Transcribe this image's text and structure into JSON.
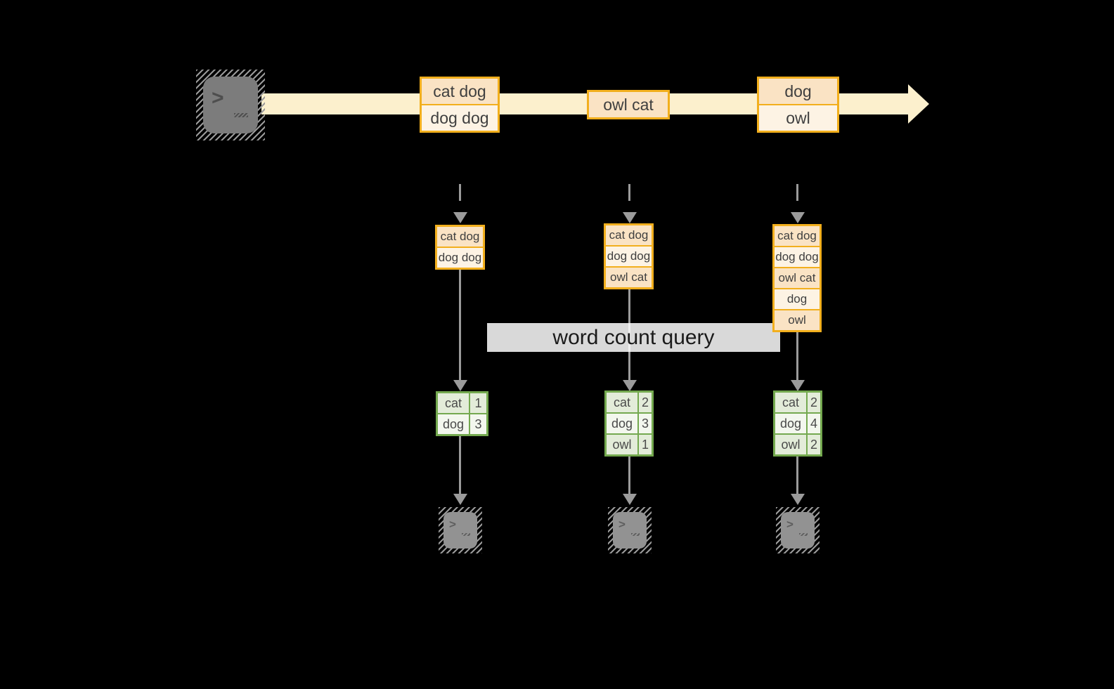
{
  "diagram": {
    "query_label": "word count query",
    "prompt_chevron": ">",
    "stream": {
      "batches": [
        {
          "rows": [
            "cat dog",
            "dog dog"
          ]
        },
        {
          "rows": [
            "owl cat"
          ]
        },
        {
          "rows": [
            "dog",
            "owl"
          ]
        }
      ]
    },
    "columns": [
      {
        "buffer": [
          "cat dog",
          "dog dog"
        ],
        "counts": [
          {
            "word": "cat",
            "count": "1"
          },
          {
            "word": "dog",
            "count": "3"
          }
        ]
      },
      {
        "buffer": [
          "cat dog",
          "dog dog",
          "owl cat"
        ],
        "counts": [
          {
            "word": "cat",
            "count": "2"
          },
          {
            "word": "dog",
            "count": "3"
          },
          {
            "word": "owl",
            "count": "1"
          }
        ]
      },
      {
        "buffer": [
          "cat dog",
          "dog dog",
          "owl cat",
          "dog",
          "owl"
        ],
        "counts": [
          {
            "word": "cat",
            "count": "2"
          },
          {
            "word": "dog",
            "count": "4"
          },
          {
            "word": "owl",
            "count": "2"
          }
        ]
      }
    ]
  },
  "colors": {
    "accent_orange": "#F2AF1D",
    "fill_orange_dark": "#FAE3C4",
    "fill_orange_light": "#FDF3E4",
    "accent_green": "#74A94F",
    "fill_green_dark": "#E3ECD9",
    "fill_green_light": "#F3F7EE",
    "stream_fill": "#FCF0CD",
    "arrow_gray": "#9B9B9B",
    "text_dark": "#3F3F3F",
    "query_text": "#1A1A1A"
  }
}
